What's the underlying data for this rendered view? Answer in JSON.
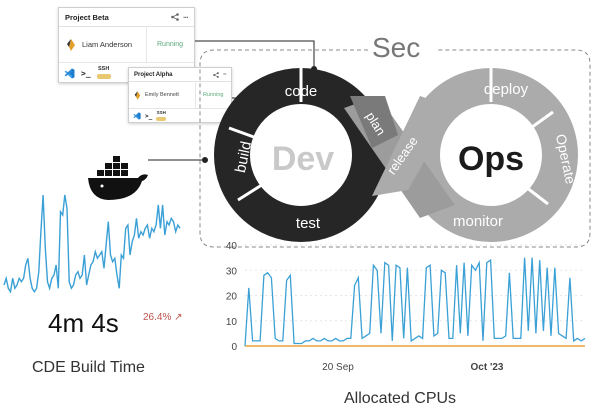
{
  "project_beta": {
    "title": "Project Beta",
    "user": "Liam Anderson",
    "status": "Running",
    "ssh_label": "SSH"
  },
  "project_alpha": {
    "title": "Project Alpha",
    "user": "Emily Bennett",
    "status": "Running",
    "ssh_label": "SSH"
  },
  "devsecops": {
    "sec": "Sec",
    "dev": "Dev",
    "ops": "Ops",
    "stages": [
      "code",
      "build",
      "test",
      "plan",
      "release",
      "deploy",
      "Operate",
      "monitor"
    ]
  },
  "build_time": {
    "value": "4m 4s",
    "change": "26.4% ↗",
    "label": "CDE Build Time"
  },
  "cpu_chart": {
    "label": "Allocated CPUs",
    "y_ticks": [
      "40",
      "30",
      "20",
      "10",
      "0"
    ],
    "x_ticks": [
      "20 Sep",
      "Oct '23"
    ]
  },
  "colors": {
    "dark_ring": "#262626",
    "light_ring": "#ababab",
    "series_blue": "#3aa0d6",
    "series_orange": "#e8a23a",
    "change_red": "#c0524a",
    "running_green": "#5aaa7a"
  },
  "icons": [
    "share-icon",
    "more-icon",
    "vscode-icon",
    "terminal-icon",
    "ssh-key-icon",
    "user-avatar-icon",
    "docker-whale-icon",
    "trend-up-arrow-icon"
  ],
  "chart_data": {
    "type": "line",
    "title": "",
    "xlabel": "Allocated CPUs",
    "ylabel": "",
    "ylim": [
      0,
      40
    ],
    "x_ticks": [
      "20 Sep",
      "Oct '23"
    ],
    "grid": true,
    "series": [
      {
        "values": [
          0,
          23,
          2,
          2,
          2,
          28,
          29,
          27,
          3,
          2,
          2,
          26,
          28,
          1,
          1,
          1,
          2,
          2,
          3,
          2,
          2,
          3,
          2,
          2,
          3,
          2,
          2,
          3,
          3,
          24,
          27,
          3,
          4,
          5,
          32,
          30,
          5,
          33,
          32,
          2,
          32,
          31,
          3,
          31,
          2,
          3,
          4,
          3,
          31,
          32,
          4,
          5,
          30,
          29,
          3,
          3,
          32,
          5,
          33,
          4,
          32,
          30,
          33,
          2,
          33,
          34,
          3,
          3,
          3,
          4,
          29,
          3,
          3,
          3,
          35,
          6,
          35,
          5,
          34,
          6,
          31,
          4,
          31,
          5,
          4,
          3,
          27,
          2,
          3,
          2,
          3
        ]
      },
      {
        "values": [
          0,
          0,
          0,
          0,
          0,
          0,
          0,
          0,
          0,
          0,
          0,
          0,
          0,
          0,
          0,
          0,
          0,
          0,
          0,
          0,
          0,
          0,
          0,
          0,
          0,
          0,
          0,
          0,
          0,
          0,
          0,
          0,
          0,
          0,
          0,
          0,
          0,
          0,
          0,
          0,
          0,
          0,
          0,
          0,
          0,
          0,
          0,
          0,
          0,
          0,
          0,
          0,
          0,
          0,
          0,
          0,
          0,
          0,
          0,
          0,
          0,
          0,
          0,
          0,
          0,
          0,
          0,
          0,
          0,
          0,
          0,
          0,
          0,
          0,
          0,
          0,
          0,
          0,
          0,
          0,
          0,
          0,
          0,
          0,
          0,
          0,
          0,
          0,
          0,
          0,
          0
        ]
      }
    ]
  },
  "build_time_sparkline": [
    3,
    5,
    2,
    1,
    5,
    2,
    3,
    5,
    4,
    5,
    9,
    11,
    5,
    2,
    1,
    2,
    7,
    19,
    30,
    14,
    4,
    2,
    5,
    6,
    9,
    2,
    25,
    24,
    30,
    26,
    4,
    2,
    3,
    6,
    7,
    5,
    6,
    12,
    3,
    6,
    9,
    10,
    13,
    11,
    12,
    13,
    8,
    15,
    22,
    12,
    10,
    11,
    6,
    2,
    12,
    11,
    20,
    21,
    12,
    16,
    18,
    23,
    17,
    19,
    18,
    20,
    21,
    17,
    20,
    19,
    21,
    27,
    20,
    27,
    18,
    22,
    21,
    23,
    22,
    19,
    21,
    20
  ]
}
